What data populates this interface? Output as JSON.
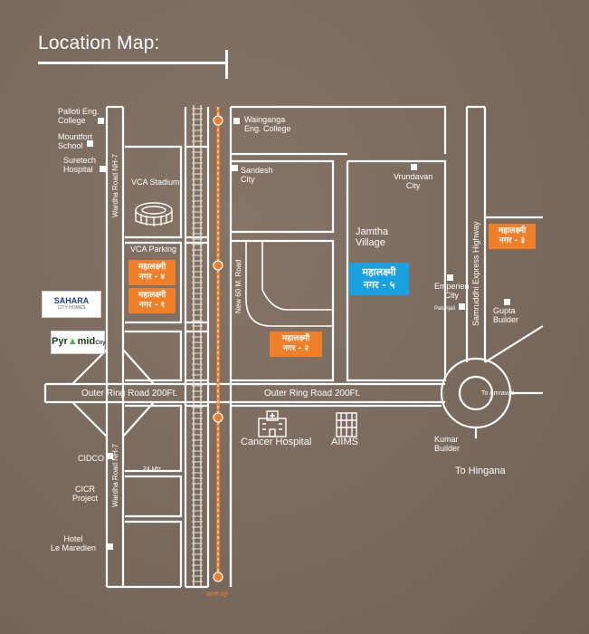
{
  "title": "Location Map:",
  "landmarks": {
    "palloti": "Palloti Eng.\nCollege",
    "mountfort": "Mountfort\nSchool",
    "suretech": "Suretech\nHospital",
    "wainganga": "Wainganga\nEng. College",
    "vca_stadium": "VCA Stadium",
    "sandesh": "Sandesh\nCity",
    "vrundavan": "Vrundavan\nCity",
    "jamtha": "Jamtha\nVillage",
    "vca_parking": "VCA Parking",
    "emperien": "Emperien\nCity",
    "patanjali": "Patanjali",
    "gupta": "Gupta\nBuilder",
    "cancer_hospital": "Cancer Hospital",
    "aiims": "AIIMS",
    "kumar": "Kumar\nBuilder",
    "to_hingana": "To Hingana",
    "to_amravati": "To Amravati",
    "cidco": "CIDCO",
    "cicr": "CICR\nProject",
    "hotel": "Hotel\nLe Maredien",
    "metro_end": "खापरी मेट्रो"
  },
  "roads": {
    "wardha_top": "Wardha Road NH-7",
    "wardha_bottom": "Wardha Road NH-7",
    "new60": "New 60 M. Road",
    "samruddhi": "Samruddhi Express Highway",
    "outer_left": "Outer Ring Road 200Ft.",
    "outer_right": "Outer Ring Road 200Ft.",
    "mtr24": "24 Mtr."
  },
  "projects": {
    "nagar4": "महालक्ष्मी\nनगर - ४",
    "nagar1": "महालक्ष्मी\nनगर - १",
    "nagar2": "महालक्ष्मी\nनगर - २",
    "nagar3": "महालक्ष्मी\nनगर - ३",
    "nagar5": "महालक्ष्मी\nनगर - ५"
  },
  "logos": {
    "sahara": "SAHARA",
    "sahara_sub": "CITY HOMES",
    "pyramid_a": "Pyr",
    "pyramid_b": "mid",
    "pyramid_c": "City"
  },
  "colors": {
    "background": "#7a6a5e",
    "road": "#ffffff",
    "project_orange": "#f07f2a",
    "project_blue": "#1aa1e0",
    "metro": "#f07f2a"
  },
  "icons": [
    "stadium-icon",
    "hospital-icon",
    "aiims-building-icon",
    "metro-station-icon",
    "railway-track-icon"
  ]
}
